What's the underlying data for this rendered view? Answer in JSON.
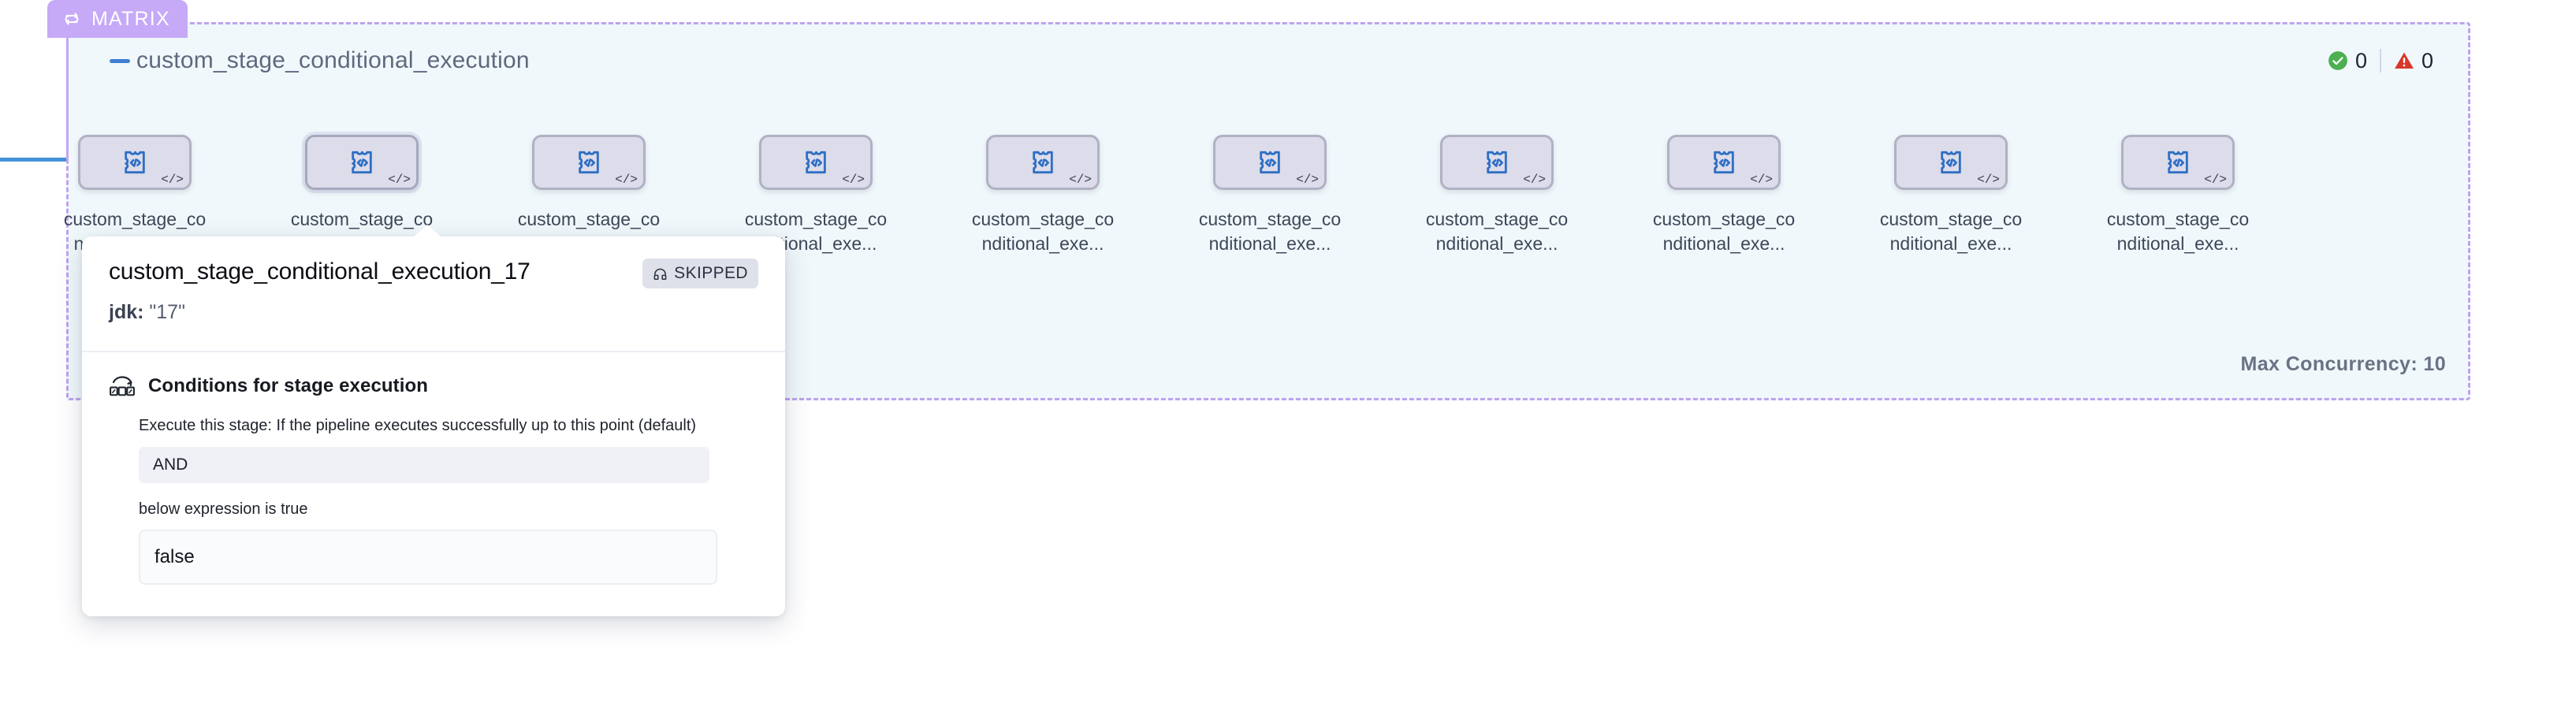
{
  "group": {
    "badge_label": "MATRIX",
    "badge_icon": "loop-icon",
    "badge_color": "#c6a9f7",
    "border_color": "#bfa2f0",
    "background_color": "#f0f8fb",
    "max_concurrency_label": "Max Concurrency: 10"
  },
  "stage": {
    "title": "custom_stage_conditional_execution",
    "collapse_icon": "minus-icon",
    "success_count": "0",
    "error_count": "0",
    "success_icon": "check-circle-icon",
    "error_icon": "warning-triangle-icon",
    "success_color": "#4caf50",
    "error_color": "#d9362b"
  },
  "nodes": [
    {
      "label": "custom_stage_conditional_exe...",
      "icon": "code-plugin-icon",
      "corner_icon": "code-tag-icon",
      "selected": false
    },
    {
      "label": "custom_stage_conditional_exe...",
      "icon": "code-plugin-icon",
      "corner_icon": "code-tag-icon",
      "selected": true
    },
    {
      "label": "custom_stage_conditional_exe...",
      "icon": "code-plugin-icon",
      "corner_icon": "code-tag-icon",
      "selected": false
    },
    {
      "label": "custom_stage_conditional_exe...",
      "icon": "code-plugin-icon",
      "corner_icon": "code-tag-icon",
      "selected": false
    },
    {
      "label": "custom_stage_conditional_exe...",
      "icon": "code-plugin-icon",
      "corner_icon": "code-tag-icon",
      "selected": false
    },
    {
      "label": "custom_stage_conditional_exe...",
      "icon": "code-plugin-icon",
      "corner_icon": "code-tag-icon",
      "selected": false
    },
    {
      "label": "custom_stage_conditional_exe...",
      "icon": "code-plugin-icon",
      "corner_icon": "code-tag-icon",
      "selected": false
    },
    {
      "label": "custom_stage_conditional_exe...",
      "icon": "code-plugin-icon",
      "corner_icon": "code-tag-icon",
      "selected": false
    },
    {
      "label": "custom_stage_conditional_exe...",
      "icon": "code-plugin-icon",
      "corner_icon": "code-tag-icon",
      "selected": false
    },
    {
      "label": "custom_stage_conditional_exe...",
      "icon": "code-plugin-icon",
      "corner_icon": "code-tag-icon",
      "selected": false
    }
  ],
  "popover": {
    "title": "custom_stage_conditional_execution_17",
    "status_label": "SKIPPED",
    "status_icon": "skipped-icon",
    "matrix_key": "jdk:",
    "matrix_value": "\"17\"",
    "conditions": {
      "heading": "Conditions for stage execution",
      "icon": "conditional-flow-icon",
      "description": "Execute this stage: If the pipeline executes successfully up to this point (default)",
      "operator": "AND",
      "description2": "below expression is true",
      "expression": "false"
    }
  }
}
